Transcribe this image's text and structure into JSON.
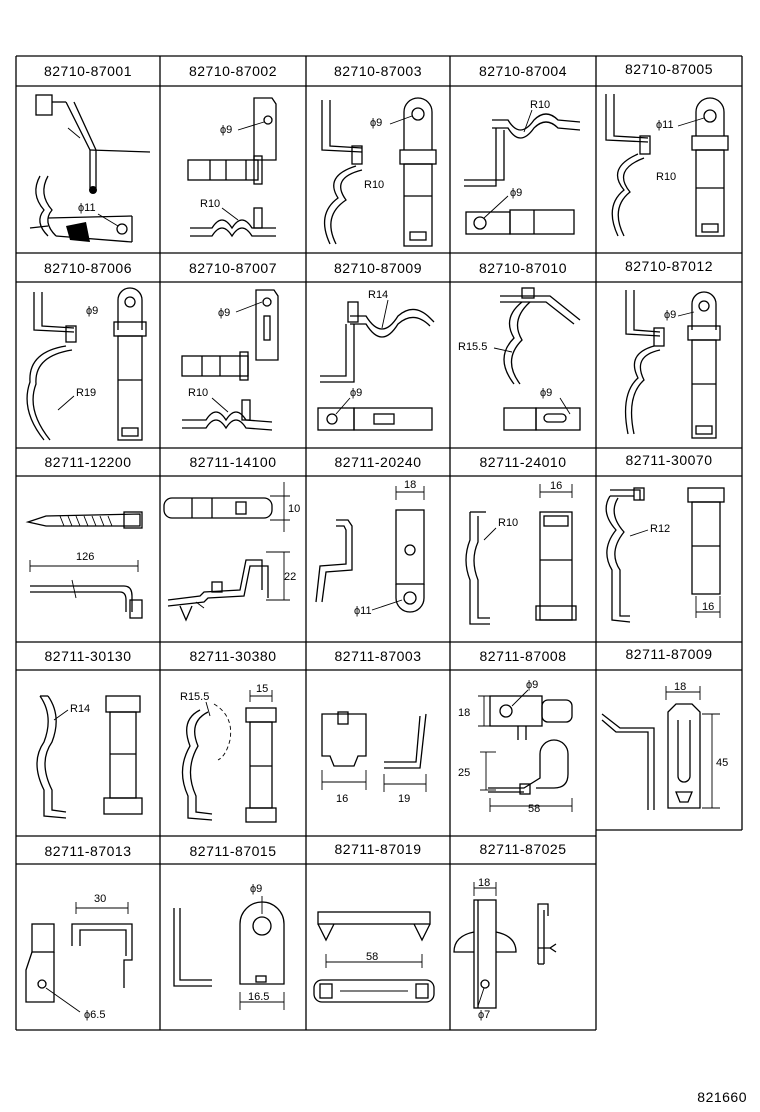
{
  "parts": [
    {
      "code": "82710-87001",
      "dims": [
        "ϕ11"
      ]
    },
    {
      "code": "82710-87002",
      "dims": [
        "ϕ9",
        "R10"
      ]
    },
    {
      "code": "82710-87003",
      "dims": [
        "ϕ9",
        "R10"
      ]
    },
    {
      "code": "82710-87004",
      "dims": [
        "R10",
        "ϕ9"
      ]
    },
    {
      "code": "82710-87005",
      "dims": [
        "ϕ11",
        "R10"
      ]
    },
    {
      "code": "82710-87006",
      "dims": [
        "ϕ9",
        "R19"
      ]
    },
    {
      "code": "82710-87007",
      "dims": [
        "ϕ9",
        "R10"
      ]
    },
    {
      "code": "82710-87009",
      "dims": [
        "R14",
        "ϕ9"
      ]
    },
    {
      "code": "82710-87010",
      "dims": [
        "R15.5",
        "ϕ9"
      ]
    },
    {
      "code": "82710-87012",
      "dims": [
        "ϕ9"
      ]
    },
    {
      "code": "82711-12200",
      "dims": [
        "126"
      ]
    },
    {
      "code": "82711-14100",
      "dims": [
        "10",
        "22"
      ]
    },
    {
      "code": "82711-20240",
      "dims": [
        "18",
        "ϕ11"
      ]
    },
    {
      "code": "82711-24010",
      "dims": [
        "16",
        "R10"
      ]
    },
    {
      "code": "82711-30070",
      "dims": [
        "R12",
        "16"
      ]
    },
    {
      "code": "82711-30130",
      "dims": [
        "R14"
      ]
    },
    {
      "code": "82711-30380",
      "dims": [
        "R15.5",
        "15"
      ]
    },
    {
      "code": "82711-87003",
      "dims": [
        "16",
        "19"
      ]
    },
    {
      "code": "82711-87008",
      "dims": [
        "ϕ9",
        "18",
        "25",
        "58"
      ]
    },
    {
      "code": "82711-87009",
      "dims": [
        "18",
        "45"
      ]
    },
    {
      "code": "82711-87013",
      "dims": [
        "30",
        "ϕ6.5"
      ]
    },
    {
      "code": "82711-87015",
      "dims": [
        "ϕ9",
        "16.5"
      ]
    },
    {
      "code": "82711-87019",
      "dims": [
        "58"
      ]
    },
    {
      "code": "82711-87025",
      "dims": [
        "18",
        "ϕ7"
      ]
    }
  ],
  "reference": "821660"
}
